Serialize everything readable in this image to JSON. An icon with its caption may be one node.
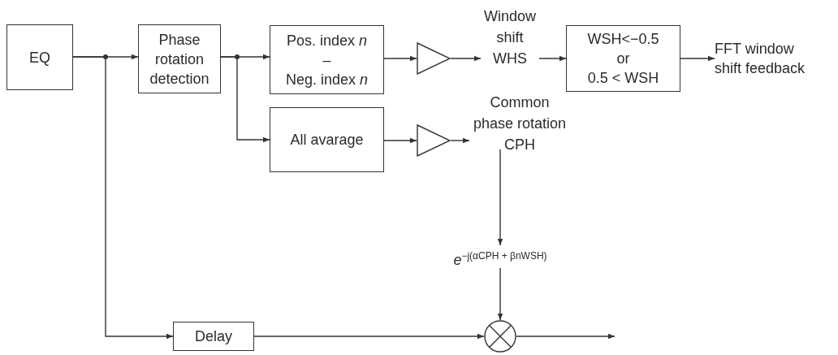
{
  "diagram": {
    "nodes": [
      {
        "text": [
          "EQ"
        ]
      },
      {
        "text": [
          "Phase rotation detection"
        ]
      },
      {
        "text": [
          "Pos. index *n*",
          "–",
          "Neg. index *n*"
        ]
      },
      {
        "text": [
          "All avarage"
        ]
      },
      {
        "text": [],
        "shape": "triangle"
      },
      {
        "text": [
          "Window shift WHS"
        ]
      },
      {
        "text": [
          "WSH<−0.5",
          "or",
          "0.5 < WSH"
        ]
      },
      {
        "text": [
          "FFT window shift feedback"
        ]
      },
      {
        "text": [],
        "shape": "triangle"
      },
      {
        "text": [
          "Common phase rotation CPH"
        ]
      },
      {
        "text": [
          "*e*$^{−j(αCPH + βnWSH)}$"
        ]
      },
      {
        "text": [
          "Delay"
        ]
      },
      {
        "text": [],
        "shape": "circle"
      }
    ],
    "edges": [
      {
        "from": 0,
        "to": 1,
        "arrow": "to"
      },
      {
        "from": 0,
        "to": 11,
        "arrow": "to"
      },
      {
        "from": 1,
        "to": 2,
        "arrow": "to"
      },
      {
        "from": 1,
        "to": 3,
        "arrow": "to"
      },
      {
        "from": 2,
        "to": 4,
        "arrow": "to"
      },
      {
        "from": 3,
        "to": 8,
        "arrow": "to"
      },
      {
        "from": 4,
        "to": 5,
        "arrow": "to"
      },
      {
        "from": 5,
        "to": 6,
        "arrow": "to"
      },
      {
        "from": 6,
        "to": 7,
        "arrow": "to"
      },
      {
        "from": 8,
        "to": 9,
        "arrow": "to"
      },
      {
        "from": 9,
        "to": 10,
        "arrow": "to"
      },
      {
        "from": 10,
        "to": 12,
        "arrow": "to"
      },
      {
        "from": 11,
        "to": 12,
        "arrow": "to"
      },
      {
        "from": 12,
        "to": null,
        "arrow": "to"
      }
    ]
  }
}
